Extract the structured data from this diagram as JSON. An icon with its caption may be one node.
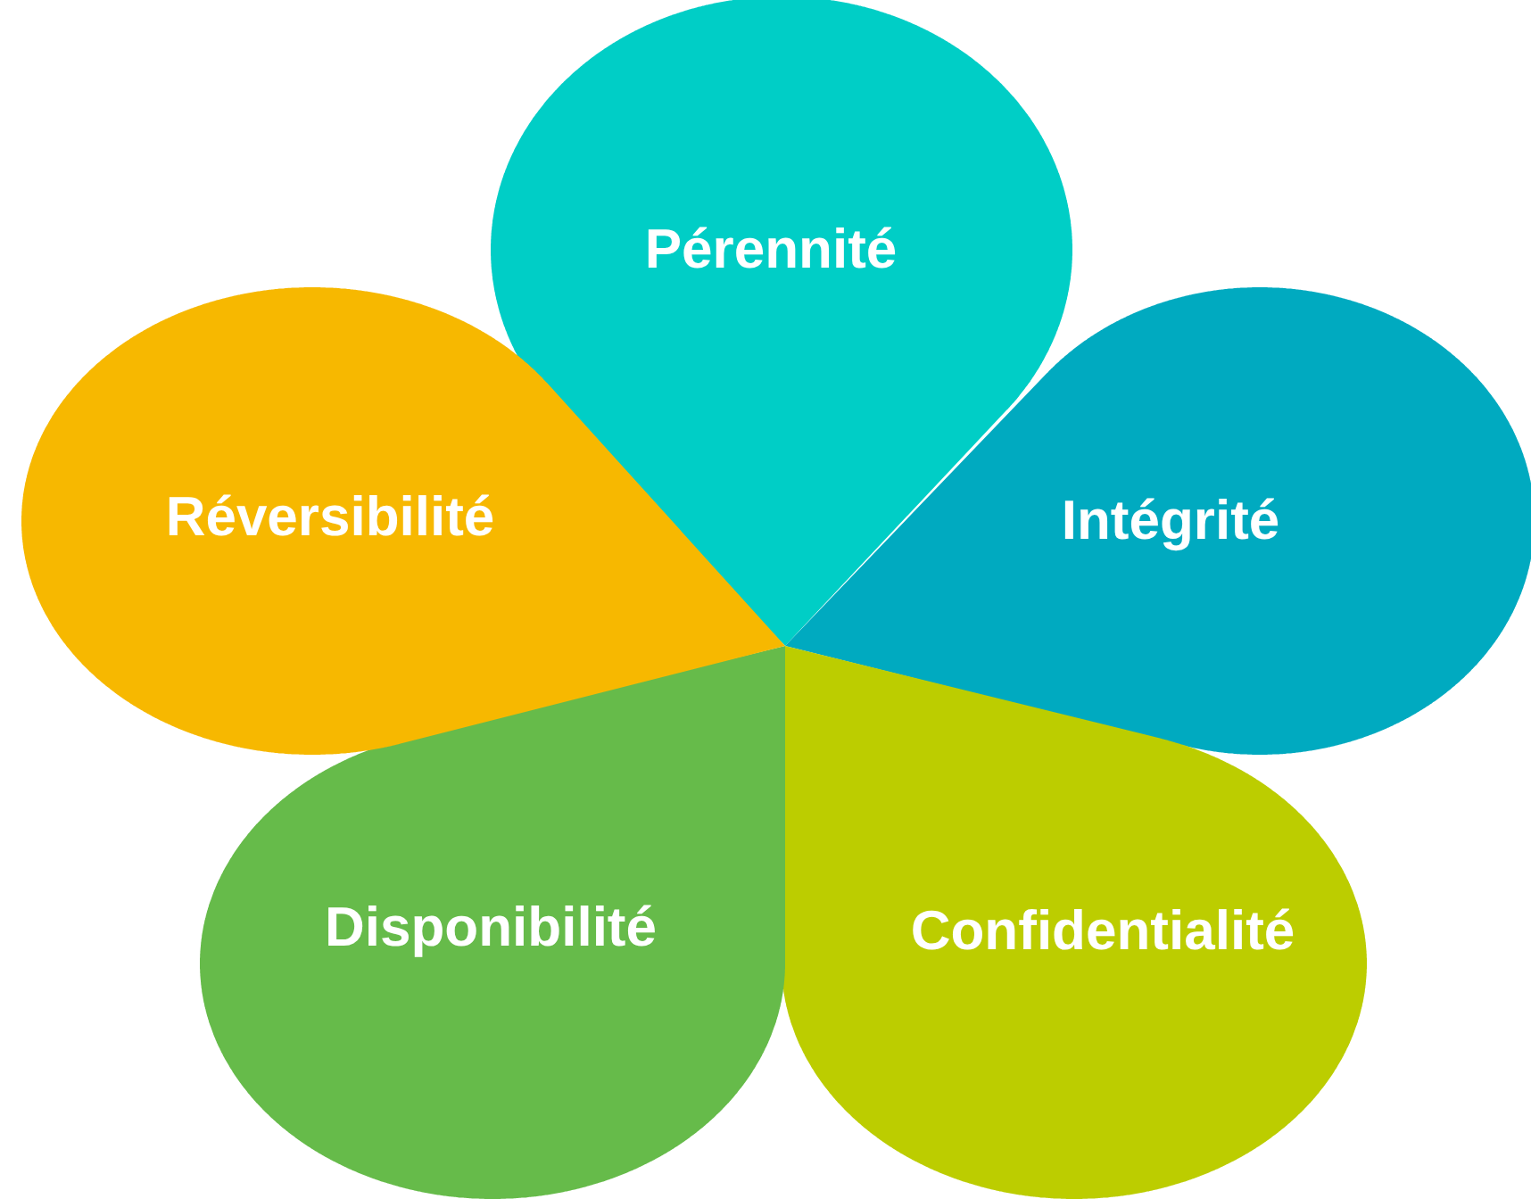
{
  "diagram": {
    "nodes": [
      {
        "text": [
          "Pérennité"
        ]
      },
      {
        "text": [
          "Intégrité"
        ]
      },
      {
        "text": [
          "Confidentialité"
        ]
      },
      {
        "text": [
          "Disponibilité"
        ]
      },
      {
        "text": [
          "Réversibilité"
        ]
      }
    ]
  }
}
